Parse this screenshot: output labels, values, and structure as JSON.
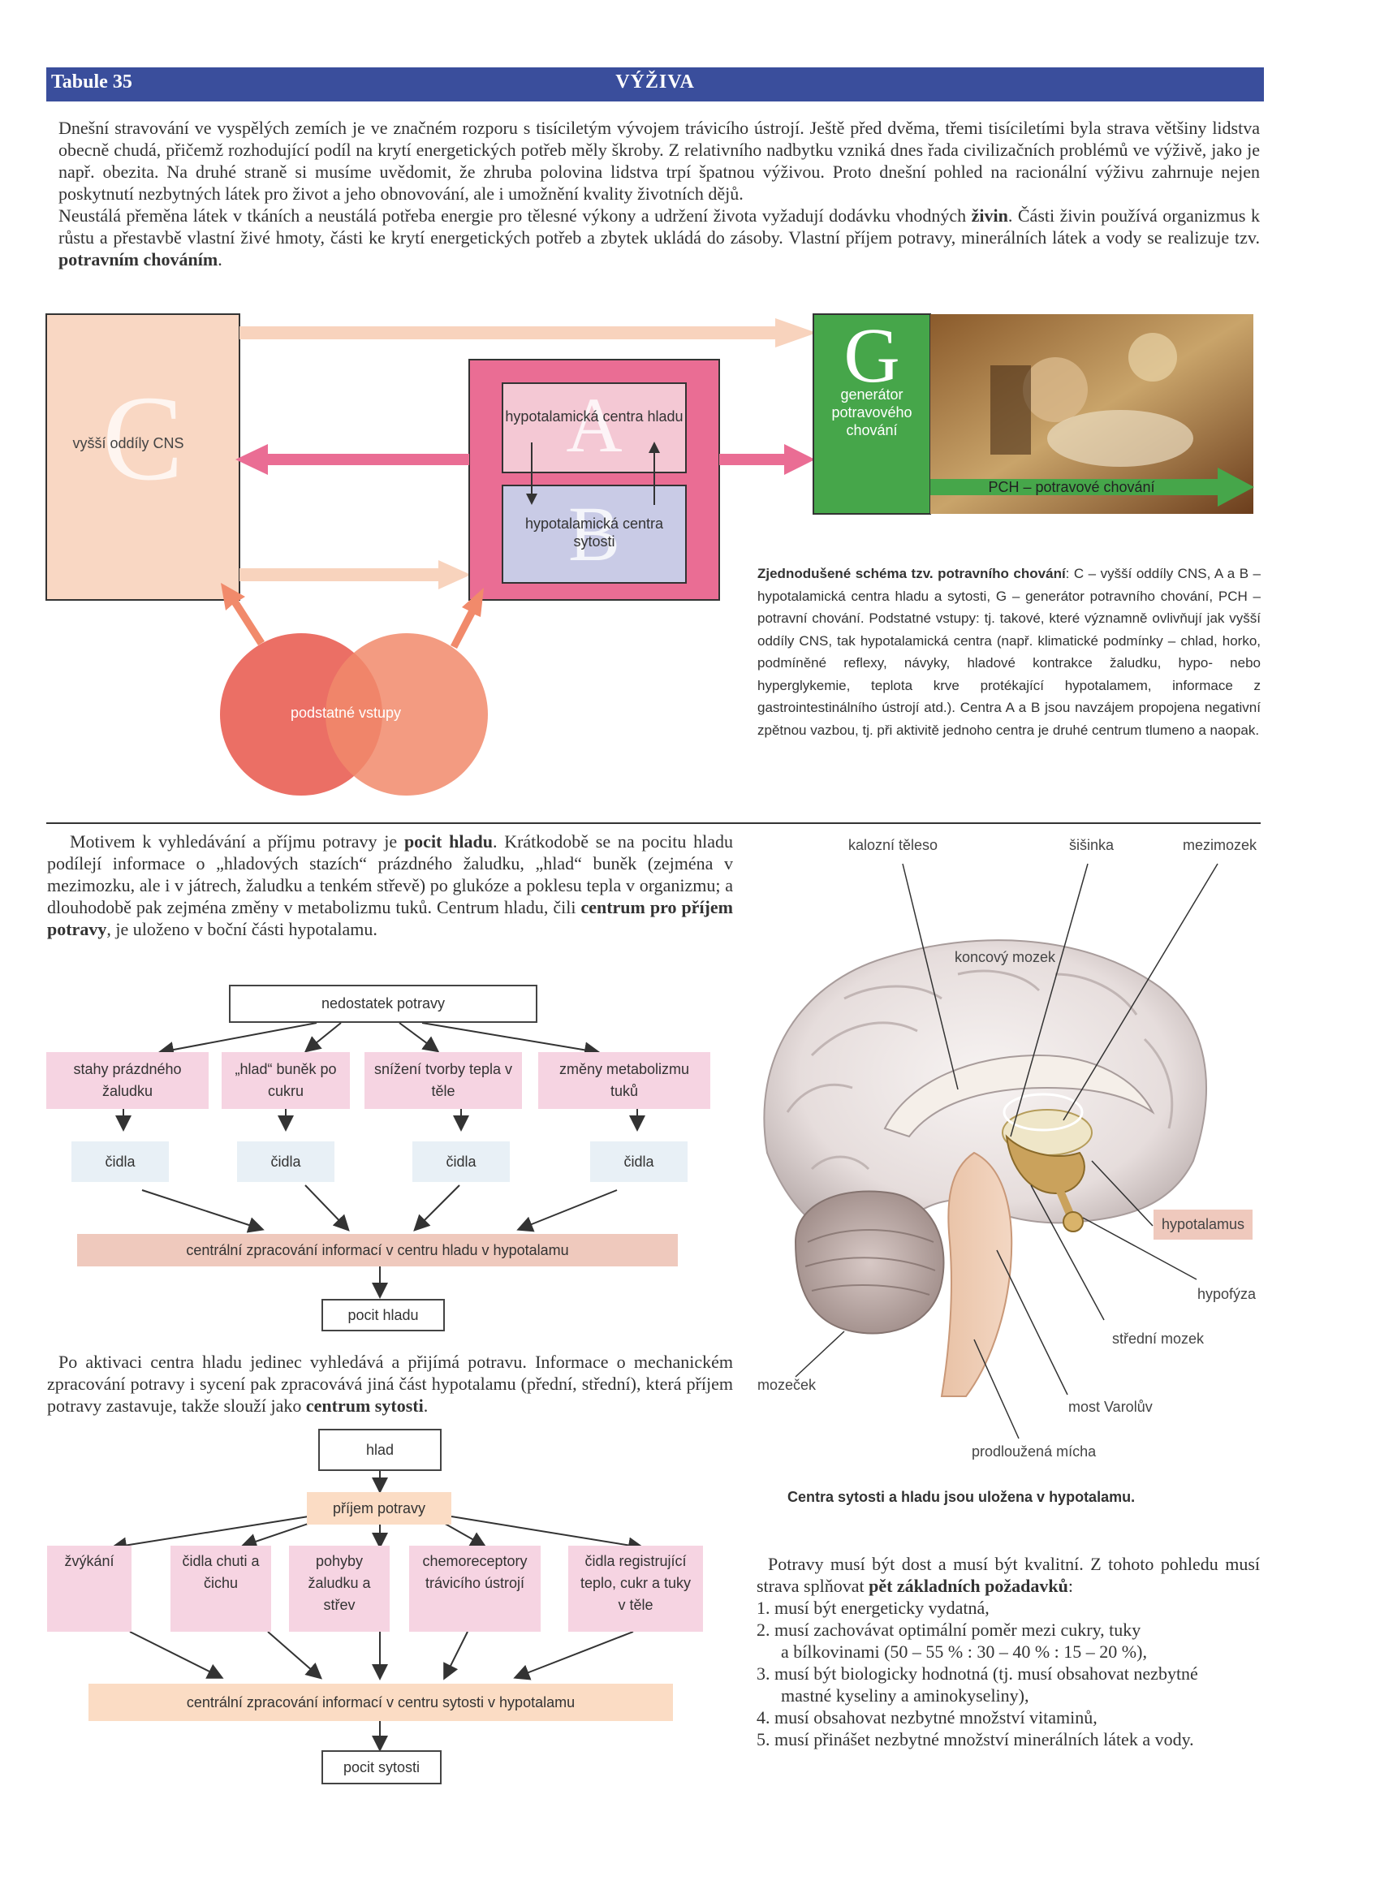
{
  "header": {
    "left": "Tabule 35",
    "title": "VÝŽIVA"
  },
  "intro": {
    "part1": "Dnešní stravování ve vyspělých zemích je ve značném rozporu s tisíciletým vývojem trávicího ústrojí. Ještě před dvěma, třemi tisíciletími byla strava většiny lidstva obecně chudá, přičemž rozhodující podíl na krytí energetických potřeb měly škroby. Z relativního nadbytku vzniká dnes řada civilizačních problémů ve výživě, jako je např. obezita. Na druhé straně si musíme uvědomit, že zhruba polovina lidstva trpí špatnou výživou. Proto dnešní pohled na racionální výživu zahrnuje nejen poskytnutí nezbytných látek pro život a jeho obnovování, ale i umožnění kvality životních dějů.",
    "part2a": "Neustálá přeměna látek v tkáních a neustálá potřeba energie pro tělesné výkony a udržení života vyžadují dodávku vhodných ",
    "part2b": "živin",
    "part2c": ". Části živin používá organizmus k růstu a přestavbě vlastní živé hmoty, části ke krytí energetických potřeb a zbytek ukládá do zásoby. Vlastní příjem potravy, minerálních látek a vody se realizuje tzv. ",
    "part2d": "potravním chováním",
    "part2e": "."
  },
  "diagram1": {
    "c_letter": "C",
    "c_label": "vyšší oddíly CNS",
    "a_letter": "A",
    "a_label": "hypotalamická centra hladu",
    "b_letter": "B",
    "b_label": "hypotalamická centra sytosti",
    "g_letter": "G",
    "g_label": "generátor potravového chování",
    "pch_label": "PCH – potravové chování",
    "inputs_label": "podstatné vstupy",
    "colors": {
      "c_box": "#f9d7c3",
      "outer_pink": "#ea6d94",
      "a_box": "#f4c8d4",
      "b_box": "#c9cbe6",
      "g_box": "#46a64a",
      "arrow_pink": "#ea6d94",
      "arrow_peach": "#f8d3bd",
      "arrow_green": "#46a64a",
      "circle_a": "#e95f54",
      "circle_b": "#f18a6b"
    }
  },
  "caption1": {
    "bold": "Zjednodušené schéma tzv. potravního chování",
    "text": ": C – vyšší oddíly CNS, A a B – hypotalamická centra hladu a sytosti, G – generátor potravního chování, PCH – potravní chování. Podstatné vstupy: tj. takové, které významně ovlivňují jak vyšší oddíly CNS, tak hypotalamická centra (např. klimatické podmínky – chlad, horko, podmíněné reflexy, návyky, hladové kontrakce žaludku, hypo- nebo hyperglykemie, teplota krve protékající hypotalamem, informace z gastrointestinálního ústrojí atd.). Centra A a B jsou navzájem propojena negativní zpětnou vazbou, tj. při aktivitě jednoho centra je druhé centrum tlumeno a naopak."
  },
  "hunger_text": {
    "a": "Motivem k vyhledávání a příjmu potravy je ",
    "b": "pocit hladu",
    "c": ". Krátkodobě se na pocitu hladu podílejí informace o „hladových stazích“ prázdného žaludku, „hlad“ buněk (zejména v mezimozku, ale i v játrech, žaludku a tenkém střevě) po glukóze a poklesu tepla v organizmu; a dlouhodobě pak zejména změny v metabolizmu tuků. Centrum hladu, čili ",
    "d": "centrum pro příjem potravy",
    "e": ", je uloženo v boční části hypotalamu."
  },
  "flow1": {
    "top": "nedostatek potravy",
    "causes": [
      "stahy prázdného žaludku",
      "„hlad“ buněk po cukru",
      "snížení tvorby tepla v těle",
      "změny metabolizmu tuků"
    ],
    "sensors": [
      "čidla",
      "čidla",
      "čidla",
      "čidla"
    ],
    "central": "centrální zpracování informací v centru hladu v hypotalamu",
    "result": "pocit hladu"
  },
  "satiety_text": {
    "a": "Po aktivaci centra hladu jedinec vyhledává a přijímá potravu. Informace o mechanickém zpracování potravy i sycení pak zpracovává jiná část hypotalamu (přední, střední), která příjem potravy zastavuje, takže slouží jako ",
    "b": "centrum sytosti",
    "c": "."
  },
  "flow2": {
    "top": "hlad",
    "middle": "příjem potravy",
    "items": [
      "žvýkání",
      "čidla chuti a čichu",
      "pohyby žaludku a střev",
      "chemoreceptory trávicího ústrojí",
      "čidla registrující teplo, cukr a tuky v těle"
    ],
    "central": "centrální zpracování informací v centru sytosti v hypotalamu",
    "result": "pocit sytosti"
  },
  "brain": {
    "labels": [
      "kalozní těleso",
      "šišinka",
      "mezimozek",
      "koncový mozek",
      "hypotalamus",
      "hypofýza",
      "střední mozek",
      "most Varolův",
      "prodloužená mícha",
      "mozeček"
    ],
    "caption": "Centra sytosti a hladu jsou uložena v hypotalamu."
  },
  "requirements": {
    "intro_a": "Potravy musí být dost a musí být kvalitní. Z tohoto pohledu musí strava splňovat ",
    "intro_b": "pět základních požadavků",
    "intro_c": ":",
    "items": [
      "1. musí být energeticky vydatná,",
      "2. musí zachovávat optimální poměr mezi cukry, tuky",
      "a bílkovinami (50 – 55 % : 30 – 40 % : 15 – 20 %),",
      "3. musí být biologicky hodnotná (tj. musí obsahovat nezbytné",
      "mastné kyseliny a aminokyseliny),",
      "4. musí obsahovat nezbytné množství vitaminů,",
      "5. musí přinášet nezbytné množství minerálních látek a vody."
    ]
  }
}
